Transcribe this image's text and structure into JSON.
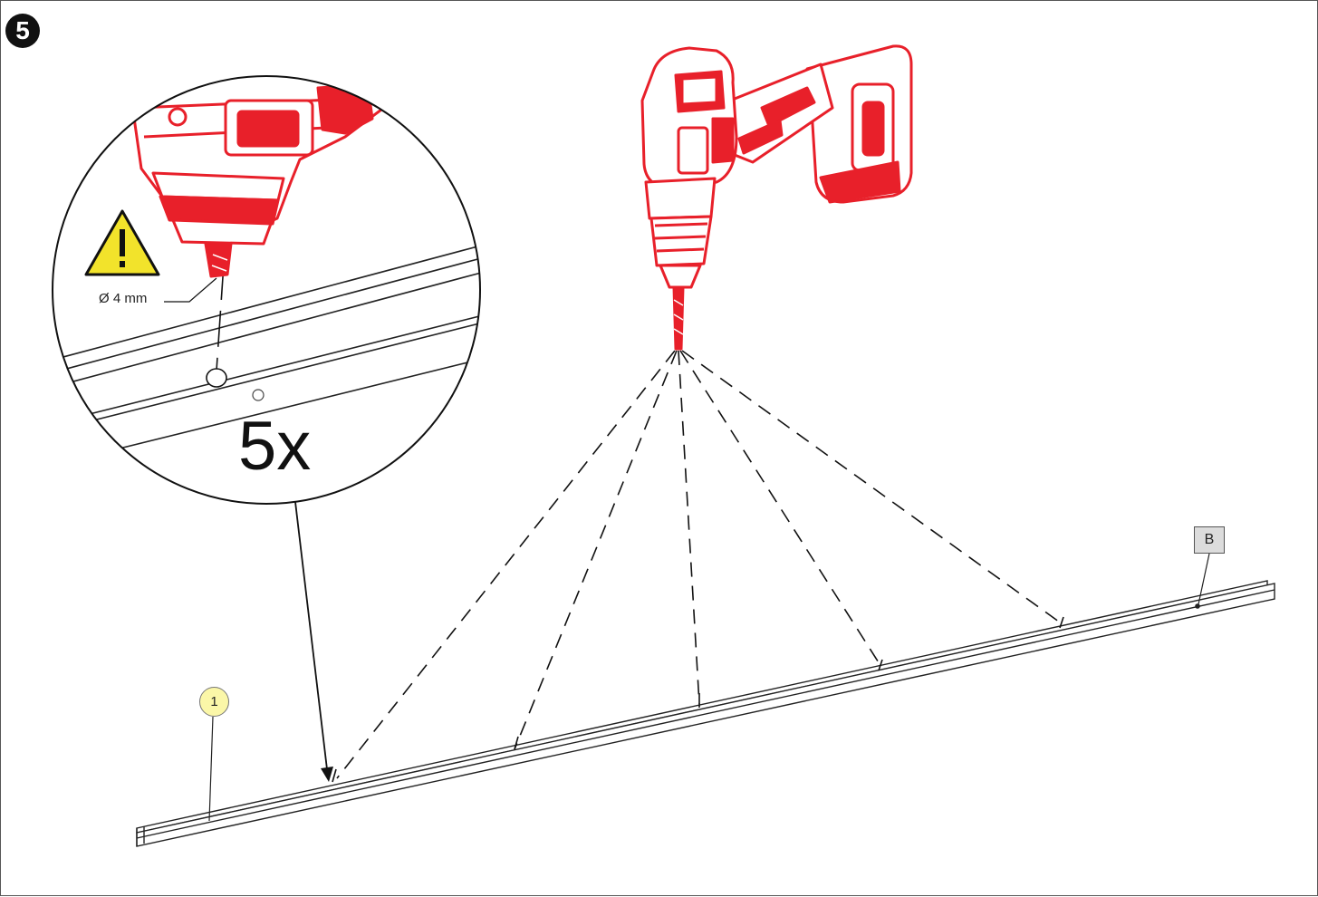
{
  "step": {
    "number": "5"
  },
  "detail": {
    "drill_size": "Ø 4 mm",
    "hole_count": "5x"
  },
  "parts": {
    "rail": "1",
    "hardware": "B"
  },
  "icons": {
    "warning": "warning-icon",
    "drill": "cordless-drill-icon"
  },
  "colors": {
    "drill": "#e8202a",
    "warning_fill": "#f2e32b",
    "part_circle": "#fbf7a8",
    "part_box": "#dcdcdc"
  }
}
